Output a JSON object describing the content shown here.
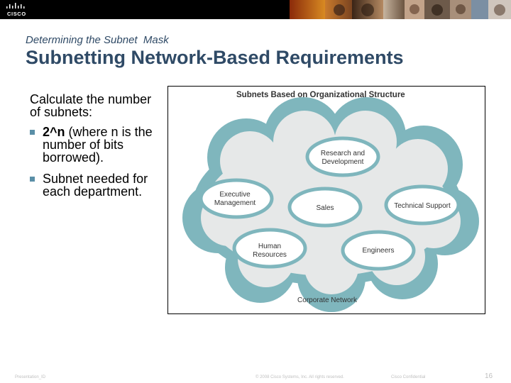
{
  "header": {
    "logo_text": "CISCO",
    "photo_count": 9
  },
  "slide": {
    "subtitle": "Determining the Subnet  Mask",
    "title": "Subnetting Network-Based Requirements"
  },
  "body": {
    "lead": "Calculate the number of subnets:",
    "bullets": [
      {
        "bold": "2^n",
        "text": " (where n is the number of bits borrowed)."
      },
      {
        "bold": "",
        "text": "Subnet needed for each department."
      }
    ]
  },
  "diagram": {
    "title": "Subnets Based on Organizational Structure",
    "nodes": {
      "research": [
        "Research and",
        "Development"
      ],
      "executive": [
        "Executive",
        "Management"
      ],
      "sales": [
        "Sales"
      ],
      "support": [
        "Technical Support"
      ],
      "hr": [
        "Human",
        "Resources"
      ],
      "engineers": [
        "Engineers"
      ]
    },
    "network_label": "Corporate Network",
    "colors": {
      "outer": "#7fb6bd",
      "inner": "#e8e8e8",
      "node_fill": "#ffffff",
      "text": "#333333"
    }
  },
  "footer": {
    "presentation_id": "Presentation_ID",
    "copyright": "© 2008 Cisco Systems, Inc. All rights reserved.",
    "confidential": "Cisco Confidential",
    "page_number": "16"
  }
}
